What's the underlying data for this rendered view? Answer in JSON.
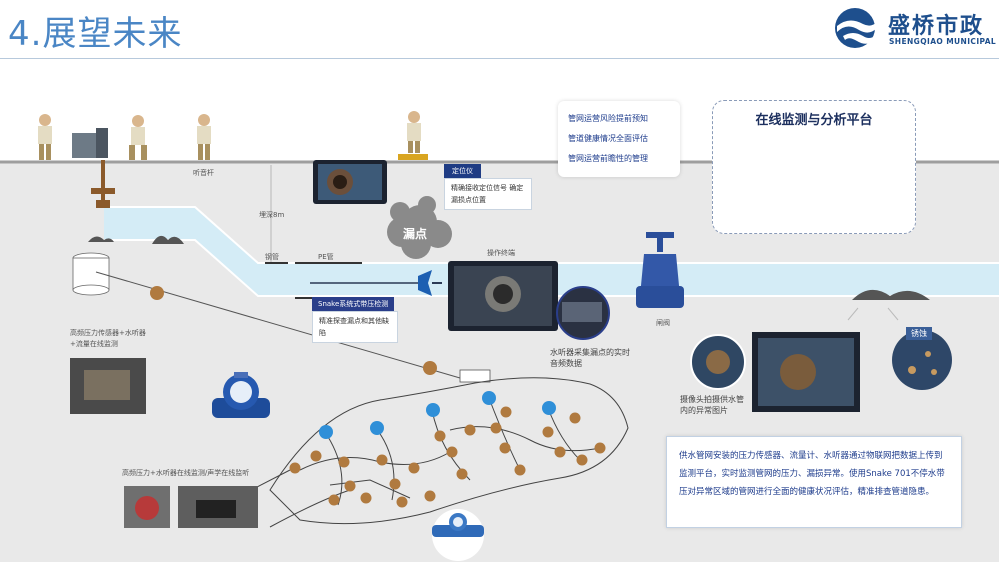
{
  "header": {
    "title": "4.展望未来",
    "logo_cn": "盛桥市政",
    "logo_en": "SHENGQIAO MUNICIPAL"
  },
  "labels": {
    "listening_rod": "听音杆",
    "burial_depth": "埋深8m",
    "steel_pipe": "钢管",
    "pe_pipe": "PE管",
    "leak_point": "漏点",
    "operation_terminal": "操作终端",
    "gate_valve": "闸阀",
    "rust": "锈蚀",
    "sensor_flow": "高频压力传感器+水听器+流量在线监测",
    "sensor_sound": "高频压力+水听器在线监测/声学在线监听"
  },
  "callouts": {
    "locator_tag": "定位仪",
    "locator_text": "精确接收定位信号 确定漏损点位置",
    "snake_tag": "Snake系统式带压检测",
    "snake_text": "精准探查漏点和其他缺陷",
    "hydrophone_text": "水听器采集漏点的实时音频数据",
    "camera_text": "摄像头拍摄供水管内的异常图片"
  },
  "management": {
    "lines": [
      "管网运营风险提前预知",
      "管道健康情况全面评估",
      "管网运营前瞻性的管理"
    ]
  },
  "platform": {
    "title": "在线监测与分析平台"
  },
  "description": {
    "text": "供水管网安装的压力传感器、流量计、水听器通过物联网把数据上传到监测平台，实时监测管网的压力、漏损异常。使用Snake 701不停水带压对异常区域的管网进行全面的健康状况评估，精准排查管道隐患。"
  },
  "colors": {
    "title_blue": "#4a86c5",
    "brand_navy": "#1e4f8d",
    "pipe_blue": "#cfe9f4",
    "ground_gray": "#e8e8e8",
    "node_brown": "#b07a3f",
    "node_blue": "#2f8fd8",
    "tag_navy": "#1f3c84"
  }
}
